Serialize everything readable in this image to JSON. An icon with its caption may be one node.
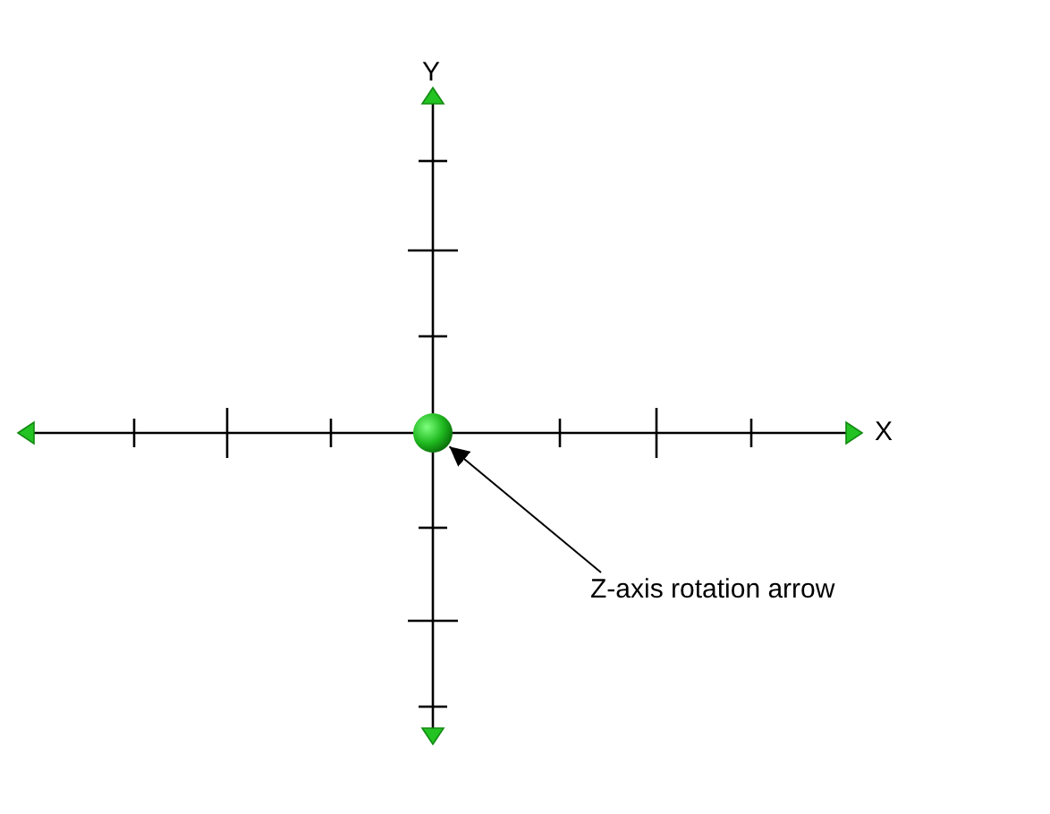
{
  "diagram": {
    "nodes": [
      {
        "text": [
          "Z-axis rotation arrow"
        ]
      },
      {
        "text": [],
        "shape": "circle"
      }
    ],
    "edges": [
      {
        "from": 0,
        "to": 1,
        "arrow": "to"
      }
    ],
    "labels": [
      "Y",
      "X"
    ]
  }
}
